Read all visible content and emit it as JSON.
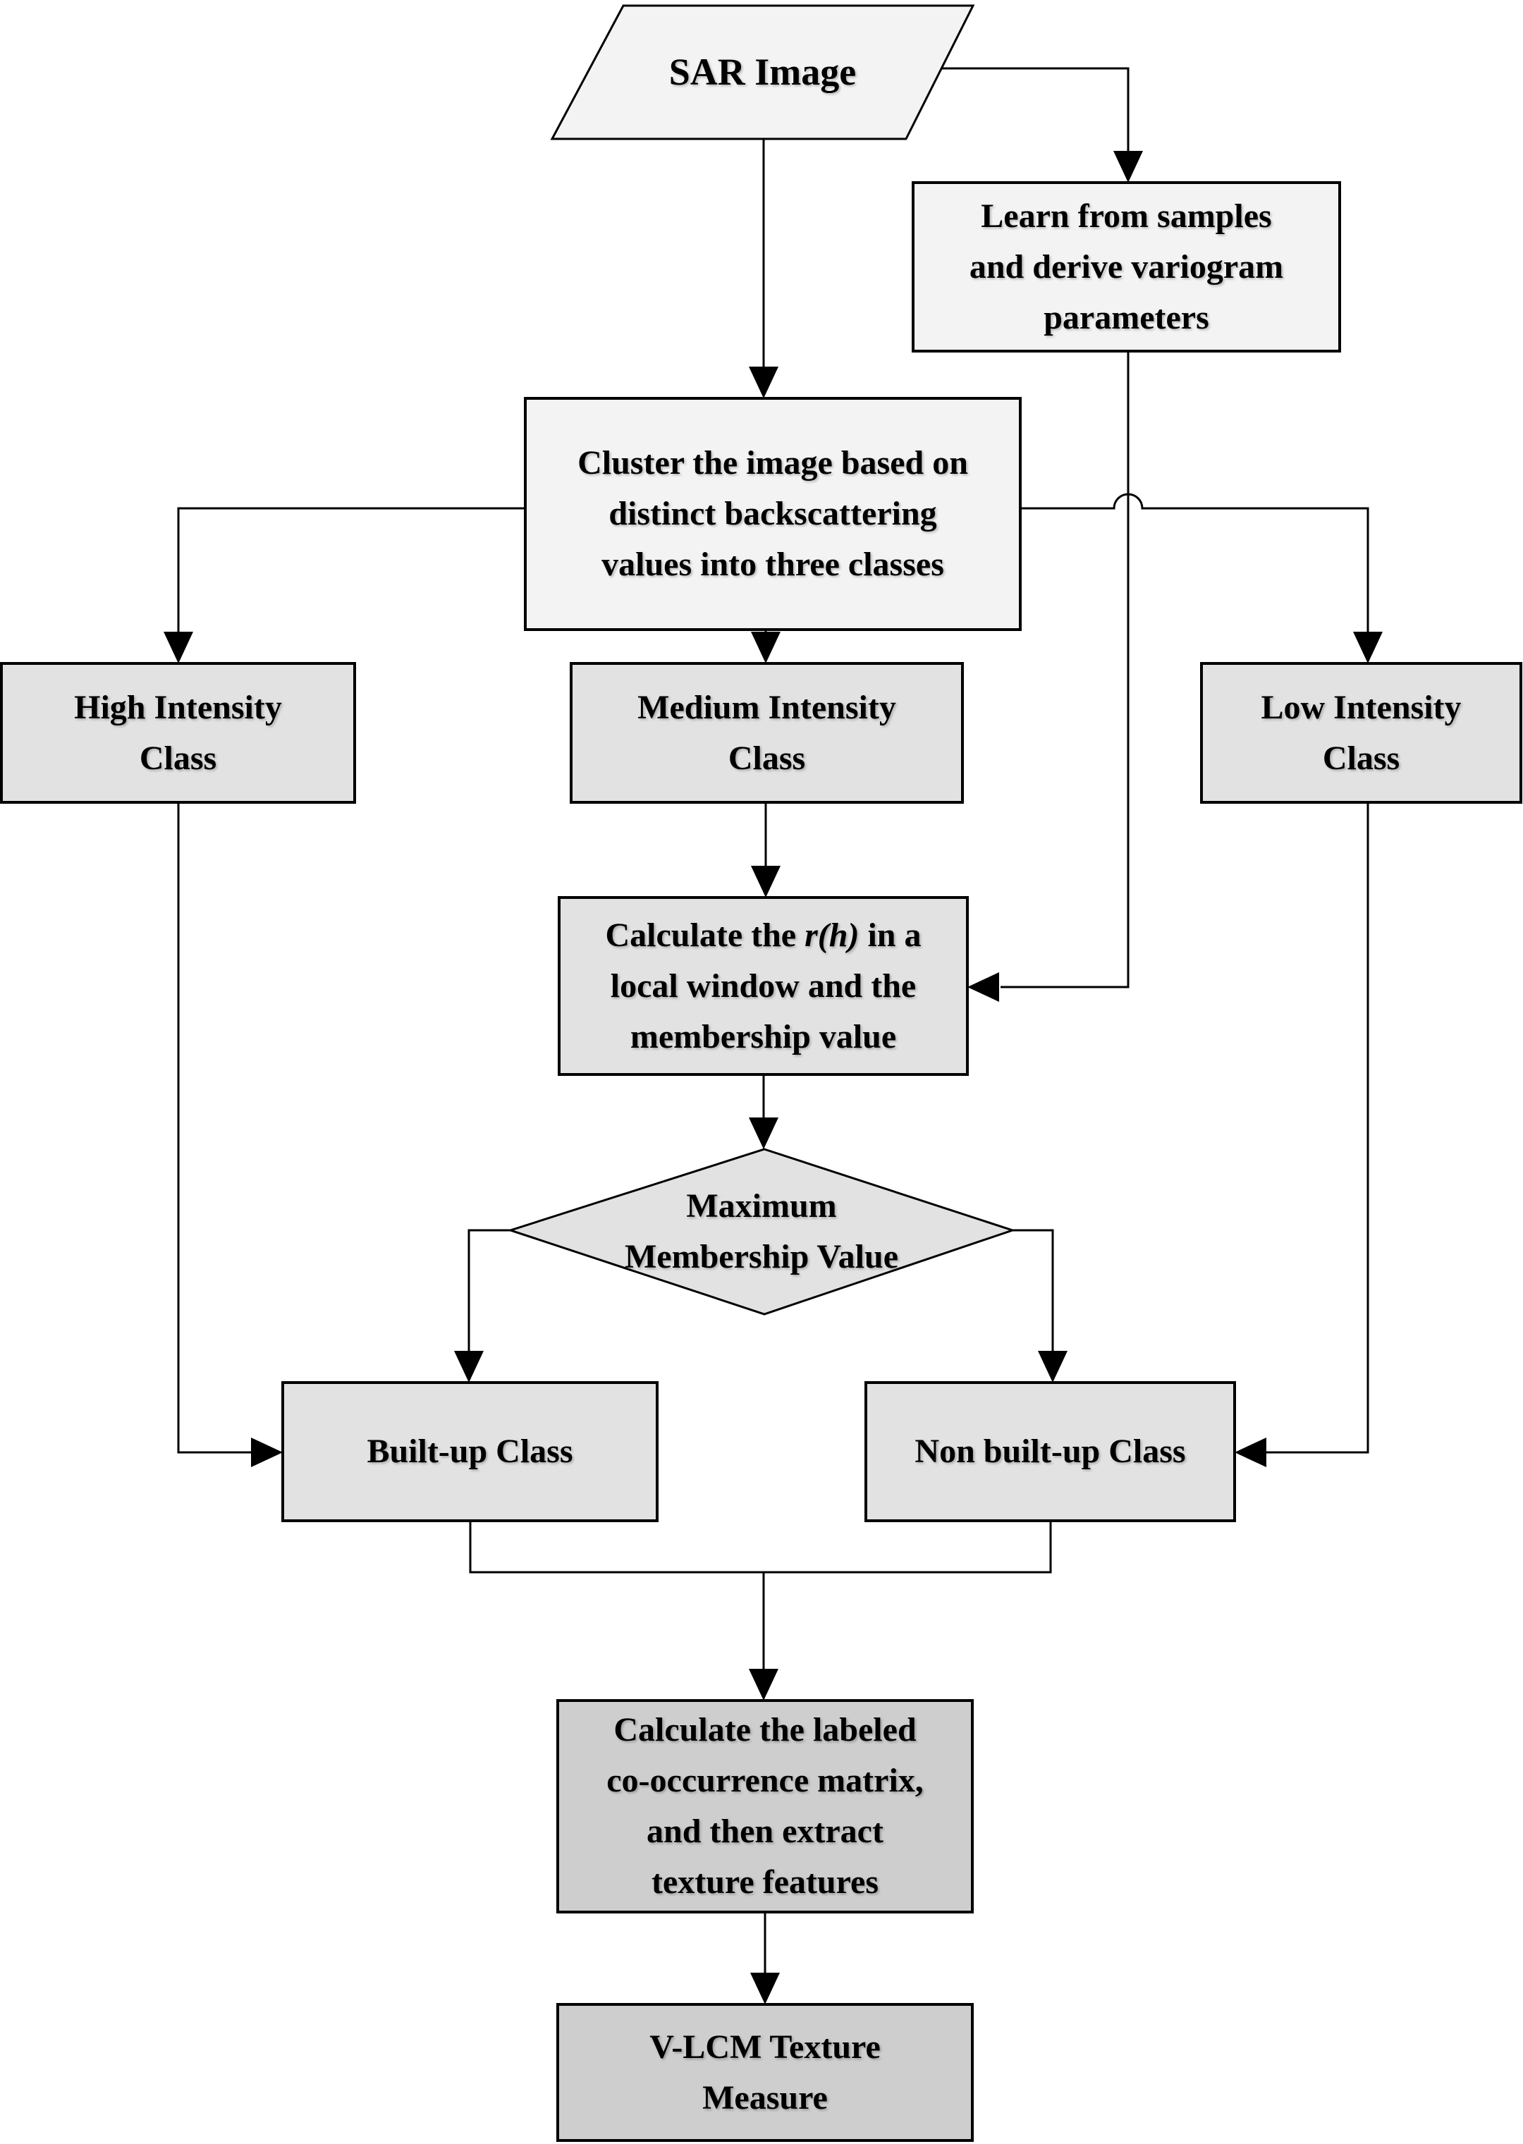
{
  "diagram": {
    "title": "V-LCM texture measure flowchart",
    "colors": {
      "background": "#ffffff",
      "stroke": "#000000",
      "tier_light": "#f3f3f3",
      "tier_mid": "#e2e2e2",
      "tier_dark": "#cecece"
    },
    "nodes": {
      "sar_image": {
        "shape": "parallelogram",
        "label": "SAR Image"
      },
      "learn_samples": {
        "shape": "rect",
        "label": "Learn from samples\nand derive variogram\nparameters"
      },
      "cluster": {
        "shape": "rect",
        "label": "Cluster the image based on\ndistinct backscattering\nvalues into three classes"
      },
      "high_intensity": {
        "shape": "rect",
        "label": "High Intensity\nClass"
      },
      "medium_intensity": {
        "shape": "rect",
        "label": "Medium Intensity\nClass"
      },
      "low_intensity": {
        "shape": "rect",
        "label": "Low Intensity\nClass"
      },
      "calculate_rh": {
        "shape": "rect",
        "label_prefix": "Calculate the ",
        "label_italic": "r(h)",
        "label_suffix": " in a",
        "label_rest": "local window and the\nmembership value"
      },
      "max_membership": {
        "shape": "diamond",
        "label": "Maximum\nMembership Value"
      },
      "built_up": {
        "shape": "rect",
        "label": "Built-up Class"
      },
      "non_built_up": {
        "shape": "rect",
        "label": "Non built-up Class"
      },
      "cooccurrence": {
        "shape": "rect",
        "label": "Calculate the labeled\nco-occurrence matrix,\nand then extract\ntexture features"
      },
      "vlcm": {
        "shape": "rect",
        "label": "V-LCM Texture\nMeasure"
      }
    }
  }
}
